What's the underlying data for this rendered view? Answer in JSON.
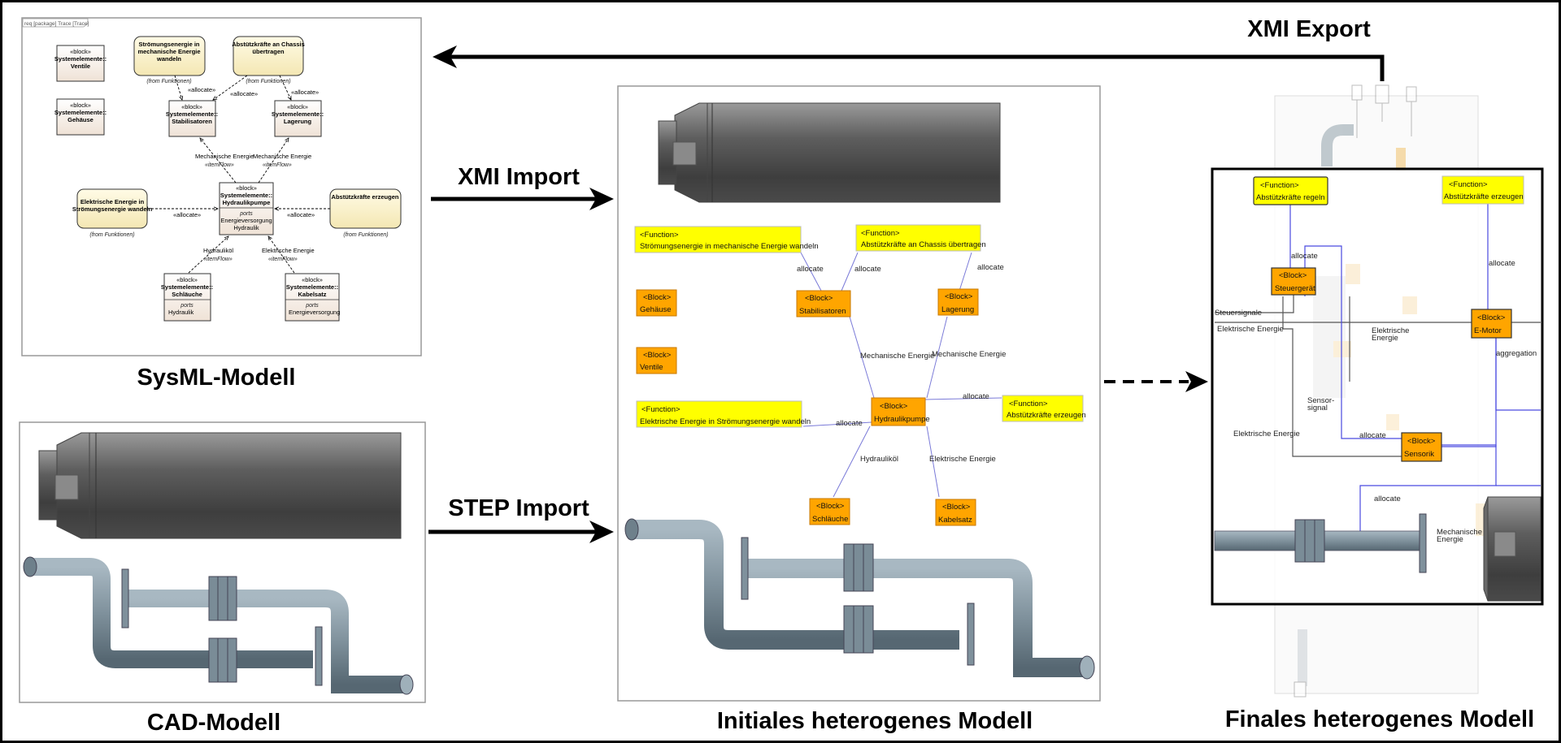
{
  "labels": {
    "xmi_export": "XMI Export",
    "xmi_import": "XMI Import",
    "step_import": "STEP Import",
    "sysml_caption": "SysML-Modell",
    "cad_caption": "CAD-Modell",
    "initial_caption": "Initiales heterogenes Modell",
    "final_caption": "Finales heterogenes Modell"
  },
  "sysml": {
    "frame_title": "req [package] Trace [Trace]",
    "block_ventile": {
      "stereo": "«block»",
      "name1": "Systemelemente::",
      "name2": "Ventile"
    },
    "block_gehaeuse": {
      "stereo": "«block»",
      "name1": "Systemelemente::",
      "name2": "Gehäuse"
    },
    "func_stroemung": {
      "l1": "Strömungsenergie in",
      "l2": "mechanische Energie",
      "l3": "wandeln",
      "from": "(from Funktionen)"
    },
    "func_abstuetz_chassis": {
      "l1": "Abstützkräfte an Chassis",
      "l2": "übertragen",
      "from": "(from Funktionen)"
    },
    "block_stabilisatoren": {
      "stereo": "«block»",
      "name1": "Systemelemente::",
      "name2": "Stabilisatoren"
    },
    "block_lagerung": {
      "stereo": "«block»",
      "name1": "Systemelemente::",
      "name2": "Lagerung"
    },
    "func_elektrisch": {
      "l1": "Elektrische Energie in",
      "l2": "Strömungsenergie wandeln",
      "from": "(from Funktionen)"
    },
    "func_abstuetz_erzeugen": {
      "l1": "Abstützkräfte erzeugen",
      "from": "(from Funktionen)"
    },
    "block_hydraulik": {
      "stereo": "«block»",
      "name1": "Systemelemente::",
      "name2": "Hydraulikpumpe",
      "ports": "ports",
      "p1": "Energieversorgung",
      "p2": "Hydraulik"
    },
    "block_schlaeuche": {
      "stereo": "«block»",
      "name1": "Systemelemente::",
      "name2": "Schläuche",
      "ports": "ports",
      "p1": "Hydraulik"
    },
    "block_kabelsatz": {
      "stereo": "«block»",
      "name1": "Systemelemente::",
      "name2": "Kabelsatz",
      "ports": "ports",
      "p1": "Energieversorgung"
    },
    "allocate": "«allocate»",
    "itemflow": "«itemFlow»",
    "flow_mech": "Mechanische Energie",
    "flow_hydr": "Hydrauliköl",
    "flow_elek": "Elektrische Energie"
  },
  "initial": {
    "function_tag": "<Function>",
    "block_tag": "<Block>",
    "f_stroemung": "Strömungsenergie in mechanische Energie wandeln",
    "f_chassis": "Abstützkräfte an Chassis übertragen",
    "f_elektrisch": "Elektrische Energie in Strömungsenergie wandeln",
    "f_erzeugen": "Abstützkräfte erzeugen",
    "b_gehaeuse": "Gehäuse",
    "b_ventile": "Ventile",
    "b_stabilisatoren": "Stabilisatoren",
    "b_lagerung": "Lagerung",
    "b_hydraulik": "Hydraulikpumpe",
    "b_schlaeuche": "Schläuche",
    "b_kabelsatz": "Kabelsatz",
    "allocate": "allocate",
    "mech": "Mechanische Energie",
    "hydr": "Hydrauliköl",
    "elek": "Elektrische Energie"
  },
  "final": {
    "function_tag": "<Function>",
    "block_tag": "<Block>",
    "f_regeln": "Abstützkräfte regeln",
    "f_erzeugen": "Abstützkräfte erzeugen",
    "b_steuergeraet": "Steuergerät",
    "b_emotor": "E-Motor",
    "b_sensorik": "Sensorik",
    "allocate": "allocate",
    "steuersignale": "Steuersignale",
    "elek": "Elektrische Energie",
    "elek2a": "Elektrische",
    "elek2b": "Energie",
    "aggregation": "aggregation",
    "sensor_a": "Sensor-",
    "sensor_b": "signal",
    "mech_a": "Mechanische",
    "mech_b": "Energie"
  },
  "colors": {
    "function_fill": "#ffff00",
    "block_fill": "#ffa500",
    "sysml_fill": "#fbf3d0",
    "block_cream": "#f6ede3",
    "link_blue": "#4a4ae0",
    "cad_gray": "#5a5a5a",
    "pipe_blue": "#7a8e9a"
  }
}
